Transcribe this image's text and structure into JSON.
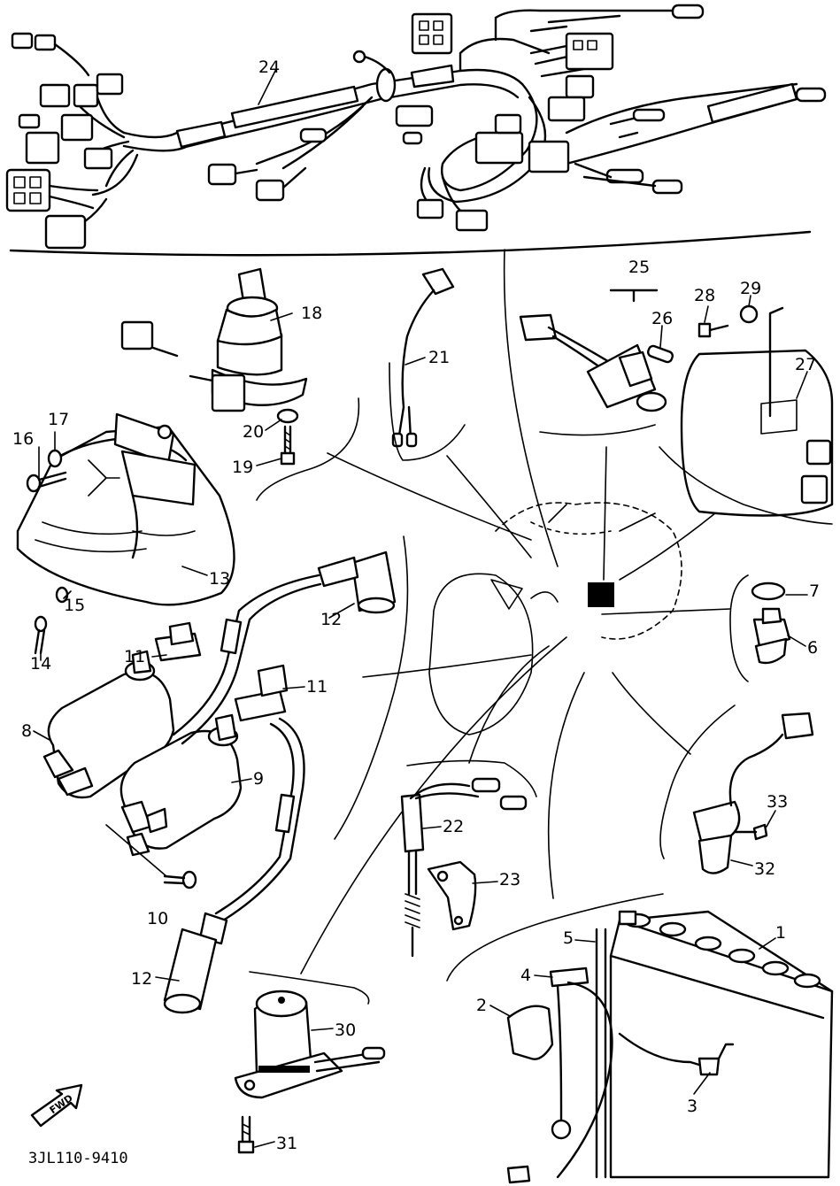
{
  "diagram": {
    "part_code": "3JL110-9410",
    "direction_label": "FWD",
    "callouts": [
      "1",
      "2",
      "3",
      "4",
      "5",
      "6",
      "7",
      "8",
      "9",
      "10",
      "11",
      "11",
      "12",
      "12",
      "13",
      "14",
      "15",
      "16",
      "17",
      "18",
      "19",
      "20",
      "21",
      "22",
      "23",
      "24",
      "25",
      "26",
      "27",
      "28",
      "29",
      "30",
      "31",
      "32",
      "33"
    ]
  }
}
